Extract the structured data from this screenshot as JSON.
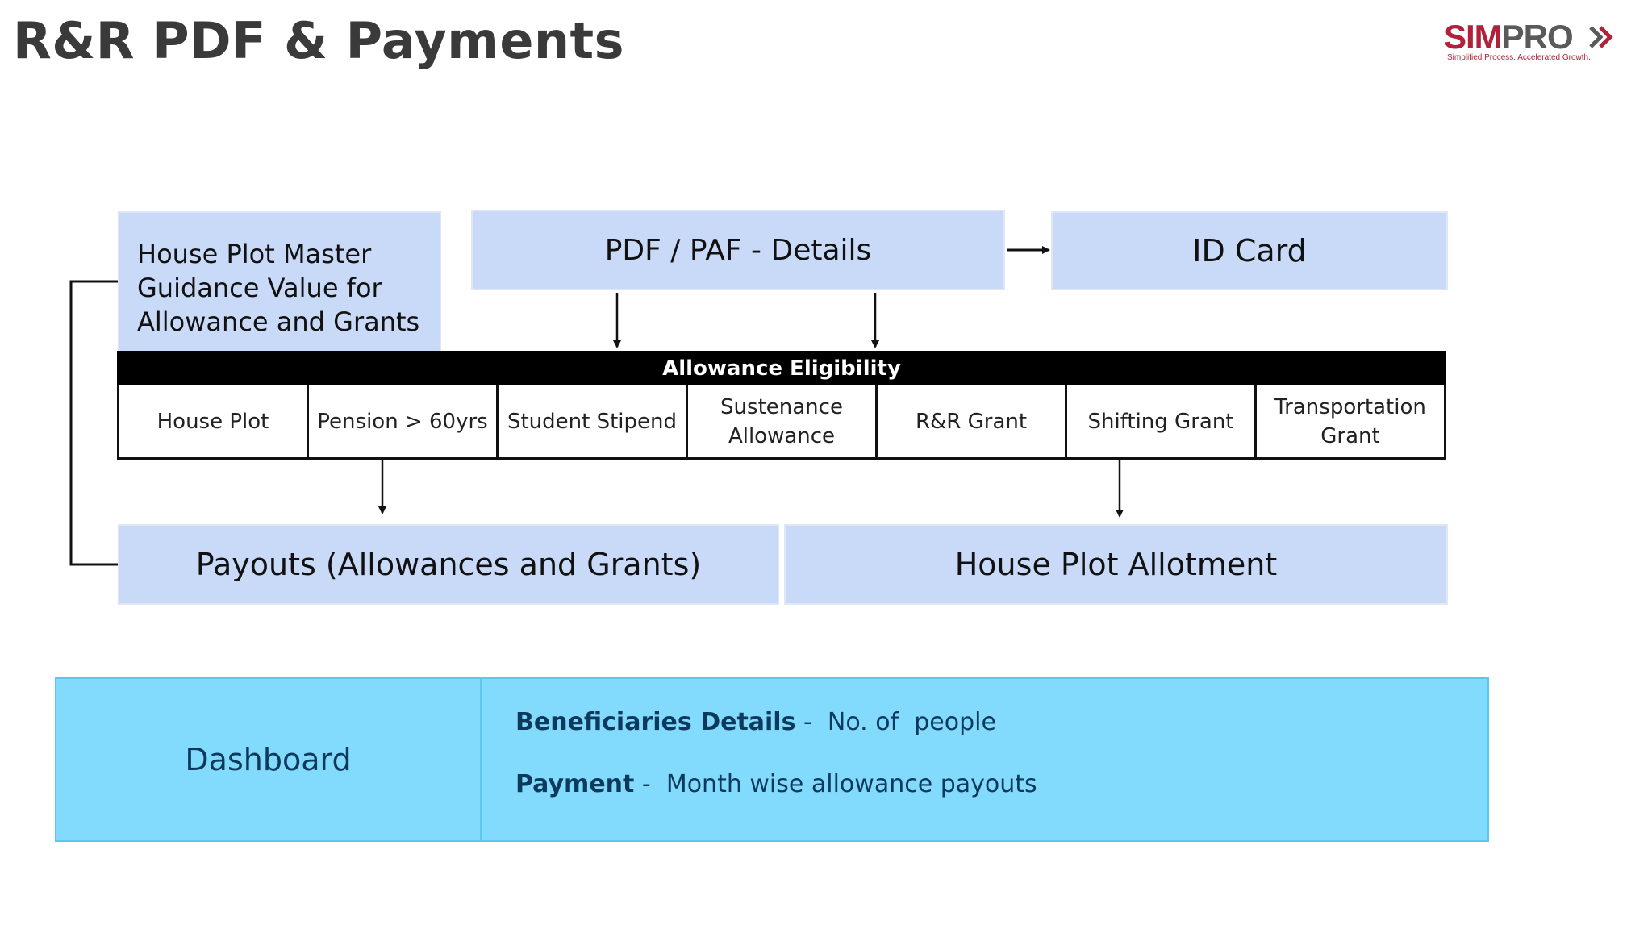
{
  "page": {
    "title": "R&R PDF & Payments"
  },
  "logo": {
    "word_part1": "SIM",
    "word_part2": "PRO",
    "tagline": "Simplified Process. Accelerated Growth.",
    "brand_color": "#b0213a",
    "secondary_color": "#5a5a5a"
  },
  "diagram": {
    "master_box": "House Plot Master Guidance Value for Allowance and Grants",
    "details_box": "PDF / PAF - Details",
    "id_card_box": "ID Card",
    "eligibility_header": "Allowance Eligibility",
    "eligibility_items": [
      "House Plot",
      "Pension > 60yrs",
      "Student Stipend",
      "Sustenance Allowance",
      "R&R Grant",
      "Shifting Grant",
      "Transportation Grant"
    ],
    "payouts_box": "Payouts (Allowances and Grants)",
    "allotment_box": "House Plot Allotment",
    "box_color": "#c9daf8"
  },
  "dashboard": {
    "label": "Dashboard",
    "rows": [
      {
        "term": "Beneficiaries Details",
        "separator": " -  ",
        "description": "No. of  people"
      },
      {
        "term": "Payment",
        "separator": " -  ",
        "description": "Month wise allowance payouts"
      }
    ],
    "background_color": "#82dbfc"
  }
}
